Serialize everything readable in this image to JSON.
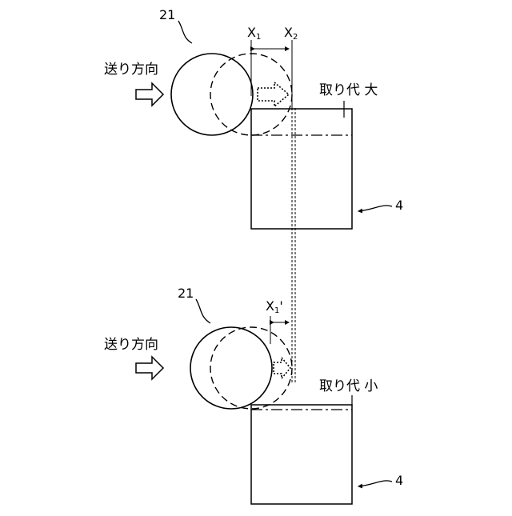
{
  "top": {
    "ref_roller": "21",
    "feed_direction_label": "送り方向",
    "x1_label": "X",
    "x1_sub": "1",
    "x2_label": "X",
    "x2_sub": "2",
    "allowance_label": "取り代 大",
    "ref_workpiece": "4"
  },
  "bottom": {
    "ref_roller": "21",
    "feed_direction_label": "送り方向",
    "x1p_label": "X",
    "x1p_sub": "1",
    "x1p_prime": "'",
    "allowance_label": "取り代 小",
    "ref_workpiece": "4"
  },
  "colors": {
    "line": "#000000",
    "background": "#ffffff"
  }
}
